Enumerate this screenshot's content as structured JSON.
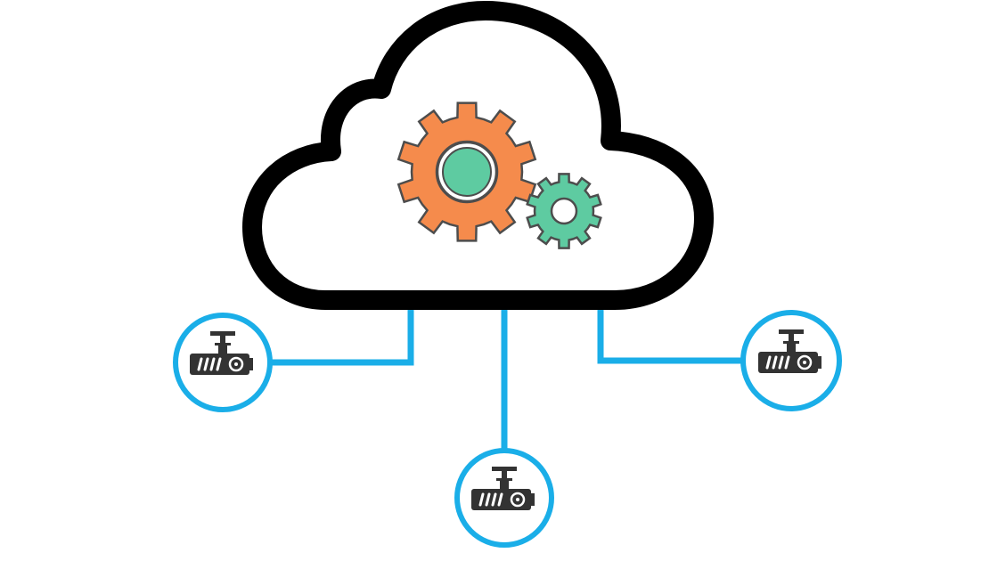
{
  "diagram": {
    "type": "cloud-connected-devices",
    "hub_icon": "cloud-gear-icon",
    "device_icon": "projector-icon",
    "device_count": 3
  },
  "colors": {
    "background": "#ffffff",
    "cloud_outline": "#000000",
    "connector": "#1aaee8",
    "gear_large": "#f58b4c",
    "gear_small": "#5ecba1",
    "gear_stroke": "#4d4d4d",
    "device_body": "#333333"
  },
  "devices": [
    {
      "name": "device-left",
      "icon": "projector-icon"
    },
    {
      "name": "device-bottom",
      "icon": "projector-icon"
    },
    {
      "name": "device-right",
      "icon": "projector-icon"
    }
  ]
}
